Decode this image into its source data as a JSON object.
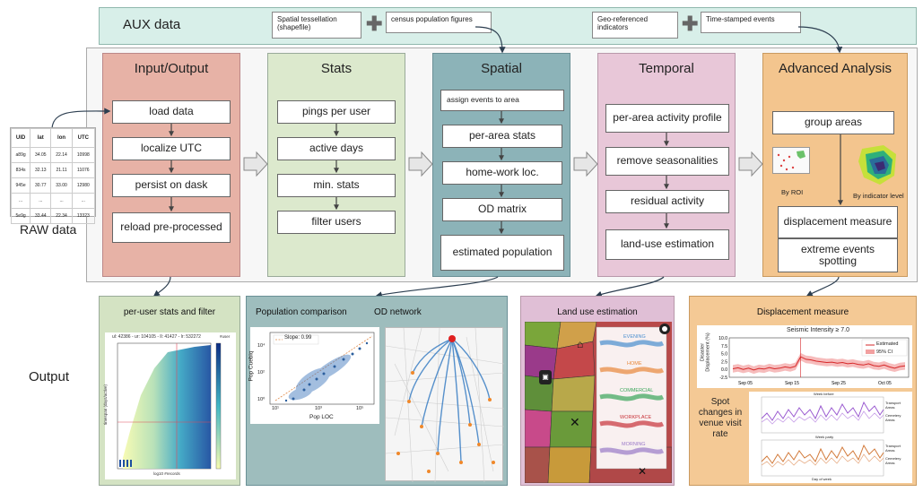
{
  "aux": {
    "title": "AUX data",
    "items": [
      "Spatial tessellation\n(shapefile)",
      "census population figures",
      "Geo-referenced\nindicators",
      "Time-stamped events"
    ]
  },
  "colors": {
    "aux_bg": "#d8efe9",
    "io": "#e7b2a6",
    "stats": "#dce9cd",
    "spatial": "#8cb3b8",
    "temporal": "#e8c7d8",
    "advanced": "#f3c58e",
    "output_green": "#d4e3c3",
    "output_teal": "#9ebdbd",
    "output_pink": "#e0bfd6",
    "output_orange": "#f4c995"
  },
  "raw": {
    "label": "RAW data",
    "headers": [
      "UID",
      "lat",
      "lon",
      "UTC"
    ],
    "rows": [
      [
        "a89g",
        "34.05",
        "22.14",
        "10998"
      ],
      [
        "834s",
        "32.13",
        "21.11",
        "11076"
      ],
      [
        "945e",
        "30.77",
        "33.00",
        "12980"
      ],
      [
        "...",
        "...",
        "...",
        "..."
      ],
      [
        "5e9g",
        "33.44",
        "22.34",
        "13323"
      ]
    ]
  },
  "columns": {
    "io": {
      "title": "Input/Output",
      "steps": [
        "load data",
        "localize UTC",
        "persist on dask",
        "reload pre-processed"
      ]
    },
    "stats": {
      "title": "Stats",
      "steps": [
        "pings per user",
        "active days",
        "min. stats",
        "filter users"
      ]
    },
    "spatial": {
      "title": "Spatial",
      "steps": [
        "assign events to area",
        "per-area stats",
        "home-work loc.",
        "OD matrix",
        "estimated population"
      ]
    },
    "temporal": {
      "title": "Temporal",
      "steps": [
        "per-area activity profile",
        "remove seasonalities",
        "residual activity",
        "land-use estimation"
      ]
    },
    "advanced": {
      "title": "Advanced Analysis",
      "group": "group areas",
      "by_roi": "By ROI",
      "by_indicator": "By indicator level",
      "displacement": "displacement measure",
      "extreme": "extreme events\nspotting"
    }
  },
  "output": {
    "label": "Output",
    "per_user": {
      "title": "per-user stats and filter",
      "subtitle": "ul: 42386 - ur: 104105 - ll: 41427 - lr: 532272",
      "ylabel": "timespan (days/active)",
      "xlabel": "log10 #records",
      "cbar_label": "#user"
    },
    "pop_comparison": {
      "title": "Population comparison",
      "legend": "Slope: 0.99",
      "ylabel": "Pop Cuebiq",
      "xlabel": "Pop LOC",
      "xticks": [
        "10¹",
        "10³",
        "10⁵"
      ],
      "yticks": [
        "10⁰",
        "10²",
        "10⁴"
      ]
    },
    "od_network": {
      "title": "OD network"
    },
    "land_use": {
      "title": "Land use estimation",
      "bands": [
        "EVENING",
        "HOME",
        "COMMERCIAL",
        "WORKPLACE",
        "MORNING"
      ],
      "band_colors": [
        "#4a8fcf",
        "#e8883a",
        "#3aa65a",
        "#c8333a",
        "#9a7ac8"
      ]
    },
    "displacement": {
      "title": "Displacement measure",
      "chart_title": "Seismic Intensity  ≥ 7.0",
      "ylabel": "Disaster\nDisplacement (%)",
      "yticks": [
        "10.0",
        "7.5",
        "5.0",
        "2.5",
        "0.0",
        "-2.5"
      ],
      "xticks": [
        "Sep 05",
        "Sep 15",
        "Sep 25",
        "Oct 05"
      ],
      "legend_estimated": "Estimated",
      "legend_ci": "95% CI",
      "spot_text": "Spot\nchanges in\nvenue visit\nrate",
      "panel_top_title": "Week before",
      "panel_bottom_title": "Week party",
      "legend_transport": "Transport\nAreas",
      "legend_cemetery": "Cemetery\nAreas",
      "xaxis": "Day of week"
    }
  },
  "chart_data": {
    "type": "line",
    "title": "Seismic Intensity  ≥ 7.0",
    "ylabel": "Disaster Displacement (%)",
    "xticks": [
      "Sep 05",
      "Sep 15",
      "Sep 25",
      "Oct 05"
    ],
    "ylim": [
      -2.5,
      10.0
    ],
    "series": [
      {
        "name": "Estimated",
        "values": [
          0.2,
          0.5,
          0.0,
          0.4,
          -0.2,
          0.3,
          0.1,
          0.6,
          0.2,
          0.4,
          0.8,
          0.5,
          1.0,
          4.0,
          3.2,
          3.0,
          2.6,
          2.4,
          2.2,
          2.3,
          2.0,
          2.2,
          1.8,
          2.0,
          1.6,
          1.4,
          1.8,
          1.2,
          1.0,
          1.4,
          0.8,
          0.4,
          0.9,
          1.1
        ]
      },
      {
        "name": "95% CI"
      }
    ]
  }
}
